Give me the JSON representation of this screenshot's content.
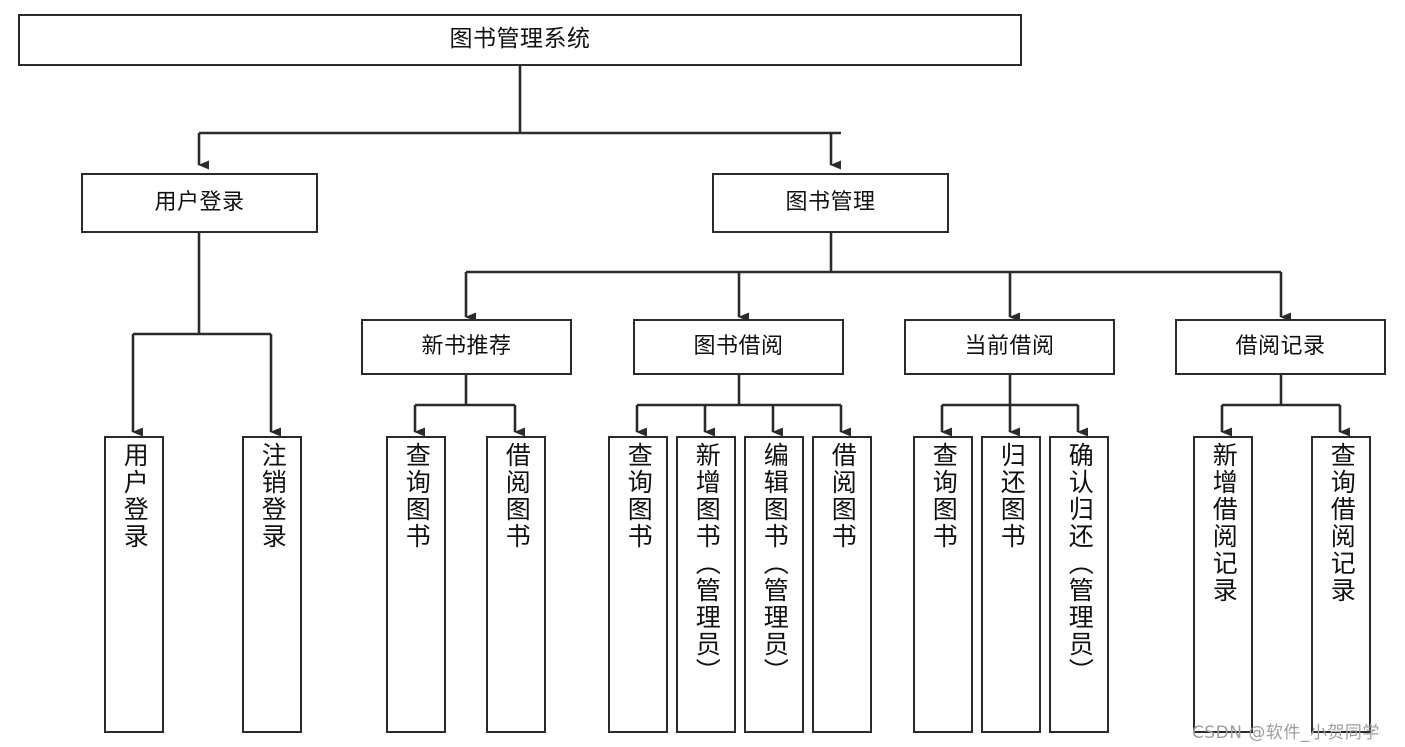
{
  "diagram": {
    "title": "图书管理系统",
    "type": "tree-hierarchy",
    "orientation": "top-down",
    "colors": {
      "stroke": "#2b2b2b",
      "fill": "#ffffff",
      "text": "#111111",
      "watermark": "#9e9e9e"
    },
    "levels": {
      "root": "图书管理系统",
      "level2": [
        "用户登录",
        "图书管理"
      ],
      "level3": [
        "新书推荐",
        "图书借阅",
        "当前借阅",
        "借阅记录"
      ]
    },
    "nodes": {
      "root": {
        "label": "图书管理系统",
        "orientation": "horizontal"
      },
      "user_login": {
        "label": "用户登录",
        "orientation": "horizontal"
      },
      "book_manage": {
        "label": "图书管理",
        "orientation": "horizontal"
      },
      "new_book_rec": {
        "label": "新书推荐",
        "orientation": "horizontal"
      },
      "book_borrow": {
        "label": "图书借阅",
        "orientation": "horizontal"
      },
      "current_borrow": {
        "label": "当前借阅",
        "orientation": "horizontal"
      },
      "borrow_record": {
        "label": "借阅记录",
        "orientation": "horizontal"
      },
      "leaf_user_login": {
        "label": "用户登录",
        "orientation": "vertical"
      },
      "leaf_logout": {
        "label": "注销登录",
        "orientation": "vertical"
      },
      "leaf_query_book_1": {
        "label": "查询图书",
        "orientation": "vertical"
      },
      "leaf_borrow_book_1": {
        "label": "借阅图书",
        "orientation": "vertical"
      },
      "leaf_query_book_2": {
        "label": "查询图书",
        "orientation": "vertical"
      },
      "leaf_add_book": {
        "label": "新增图书（管理员）",
        "orientation": "vertical"
      },
      "leaf_edit_book": {
        "label": "编辑图书（管理员）",
        "orientation": "vertical"
      },
      "leaf_borrow_book_2": {
        "label": "借阅图书",
        "orientation": "vertical"
      },
      "leaf_query_book_3": {
        "label": "查询图书",
        "orientation": "vertical"
      },
      "leaf_return_book": {
        "label": "归还图书",
        "orientation": "vertical"
      },
      "leaf_confirm_return": {
        "label": "确认归还（管理员）",
        "orientation": "vertical"
      },
      "leaf_add_record": {
        "label": "新增借阅记录",
        "orientation": "vertical"
      },
      "leaf_query_record": {
        "label": "查询借阅记录",
        "orientation": "vertical"
      }
    },
    "edges": [
      {
        "from": "root",
        "to": "user_login"
      },
      {
        "from": "root",
        "to": "book_manage"
      },
      {
        "from": "user_login",
        "to": "leaf_user_login"
      },
      {
        "from": "user_login",
        "to": "leaf_logout"
      },
      {
        "from": "book_manage",
        "to": "new_book_rec"
      },
      {
        "from": "book_manage",
        "to": "book_borrow"
      },
      {
        "from": "book_manage",
        "to": "current_borrow"
      },
      {
        "from": "book_manage",
        "to": "borrow_record"
      },
      {
        "from": "new_book_rec",
        "to": "leaf_query_book_1"
      },
      {
        "from": "new_book_rec",
        "to": "leaf_borrow_book_1"
      },
      {
        "from": "book_borrow",
        "to": "leaf_query_book_2"
      },
      {
        "from": "book_borrow",
        "to": "leaf_add_book"
      },
      {
        "from": "book_borrow",
        "to": "leaf_edit_book"
      },
      {
        "from": "book_borrow",
        "to": "leaf_borrow_book_2"
      },
      {
        "from": "current_borrow",
        "to": "leaf_query_book_3"
      },
      {
        "from": "current_borrow",
        "to": "leaf_return_book"
      },
      {
        "from": "current_borrow",
        "to": "leaf_confirm_return"
      },
      {
        "from": "borrow_record",
        "to": "leaf_add_record"
      },
      {
        "from": "borrow_record",
        "to": "leaf_query_record"
      }
    ]
  },
  "watermark": {
    "text": "CSDN @软件_小贺同学"
  }
}
